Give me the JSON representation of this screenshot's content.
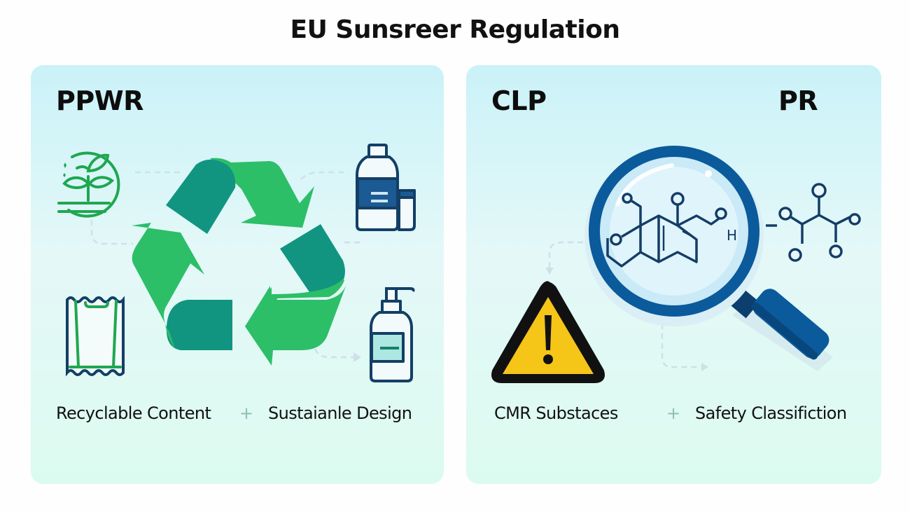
{
  "title": "EU Sunsreer Regulation",
  "panels": [
    {
      "id": "ppwr",
      "labels": [
        "PPWR"
      ],
      "captions": [
        "Recyclable Content",
        "Sustaianle Design"
      ],
      "separator": "+",
      "icons": [
        "plant-growth-icon",
        "recycle-icon",
        "bottle-and-jar-icon",
        "pouch-icon",
        "pump-bottle-icon"
      ]
    },
    {
      "id": "clp-pr",
      "labels": [
        "CLP",
        "PR"
      ],
      "captions": [
        "CMR Substaces",
        "Safety Classifiction"
      ],
      "separator": "+",
      "icons": [
        "warning-icon",
        "magnifying-glass-icon",
        "molecule-icon",
        "molecule-chain-icon"
      ],
      "molecule_text": "H"
    }
  ],
  "colors": {
    "green_light": "#2ec06a",
    "green_dark": "#10957f",
    "navy": "#0f3d66",
    "blue": "#0b5a9b",
    "warning_yellow": "#f5c518",
    "panel_top": "#caf2f8",
    "panel_bottom": "#dcfbef"
  }
}
